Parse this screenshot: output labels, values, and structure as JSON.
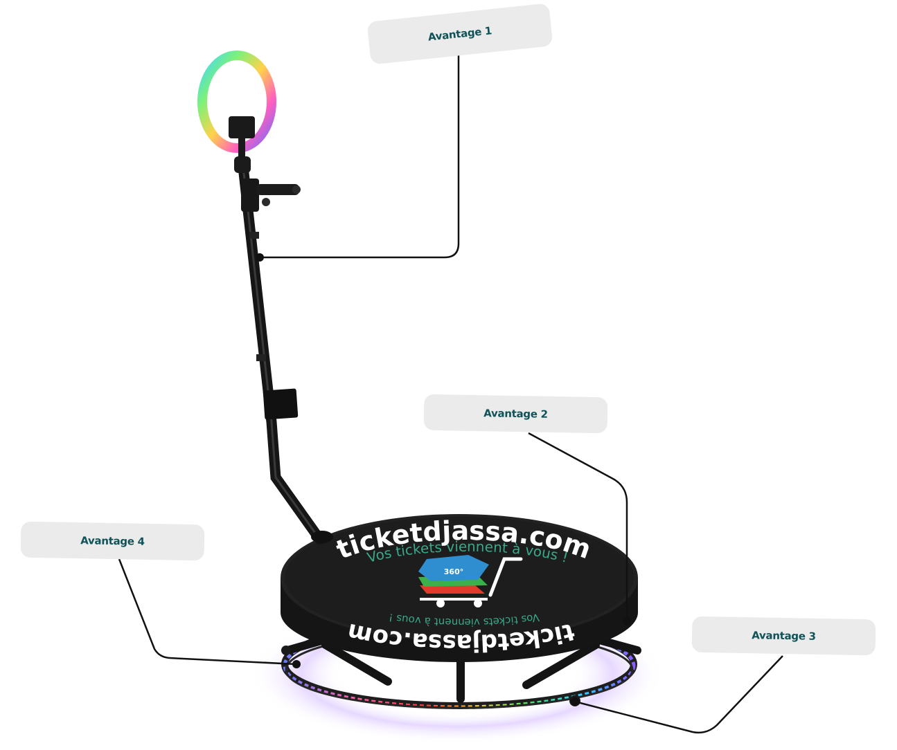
{
  "callouts": [
    {
      "label": "Avantage 1"
    },
    {
      "label": "Avantage 2"
    },
    {
      "label": "Avantage 3"
    },
    {
      "label": "Avantage 4"
    }
  ],
  "platform": {
    "brand": "ticketdjassa.com",
    "tagline": "Vos tickets viennent à vous !",
    "badge": "360°"
  },
  "colors": {
    "label_text": "#0f5257",
    "label_bg": "#ebebeb",
    "leader_line": "#111111",
    "platform_top": "#1d1d1d",
    "tagline": "#3aa88a"
  }
}
